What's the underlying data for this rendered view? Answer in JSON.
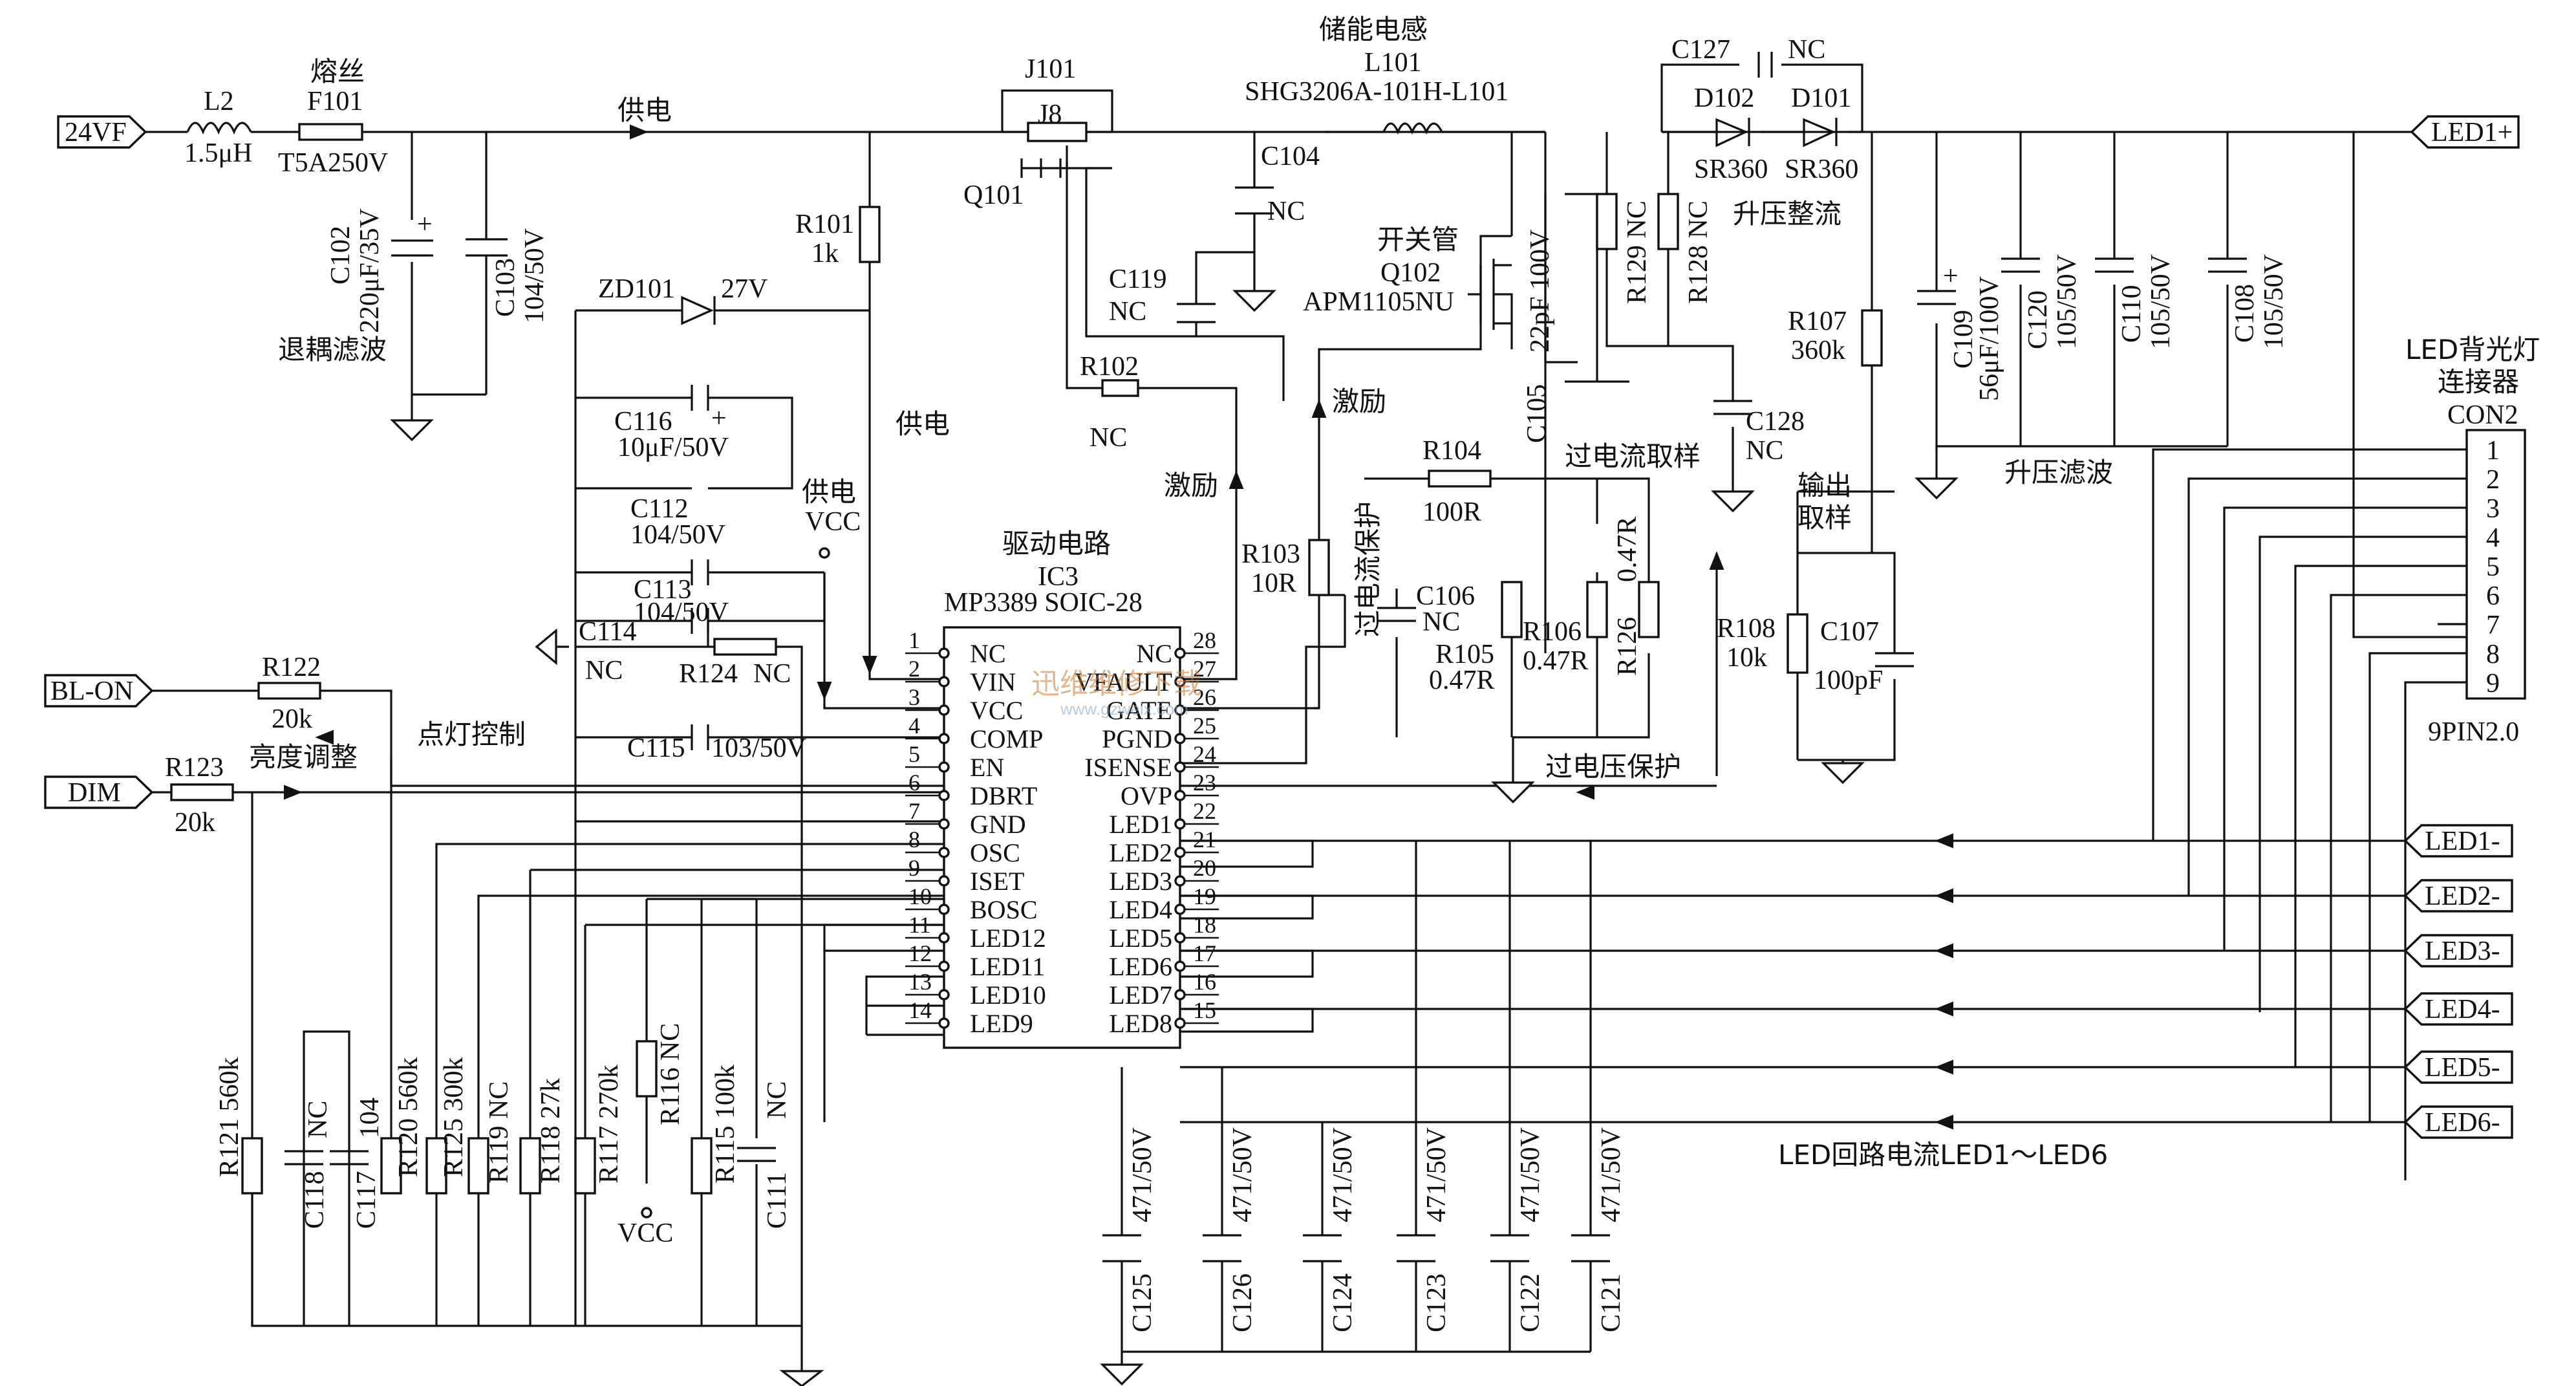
{
  "ports": {
    "in_24vf": "24VF",
    "bl_on": "BL-ON",
    "dim": "DIM",
    "led1_plus": "LED1+",
    "led1_minus": "LED1-",
    "led2_minus": "LED2-",
    "led3_minus": "LED3-",
    "led4_minus": "LED4-",
    "led5_minus": "LED5-",
    "led6_minus": "LED6-"
  },
  "parts": {
    "l2": {
      "ref": "L2",
      "value": "1.5μH"
    },
    "f101": {
      "ref": "F101",
      "value": "T5A250V",
      "note": "熔丝"
    },
    "c102": {
      "ref": "C102",
      "value": "220μF/35V"
    },
    "c103": {
      "ref": "C103",
      "value": "104/50V"
    },
    "r101": {
      "ref": "R101",
      "value": "1k"
    },
    "zd101": {
      "ref": "ZD101",
      "value": "27V"
    },
    "c116": {
      "ref": "C116",
      "value": "10μF/50V"
    },
    "c112": {
      "ref": "C112",
      "value": "104/50V"
    },
    "c113": {
      "ref": "C113",
      "value": "104/50V"
    },
    "c114": {
      "ref": "C114",
      "value": "NC"
    },
    "r124": {
      "ref": "R124",
      "value": "NC"
    },
    "c115": {
      "ref": "C115",
      "value": "103/50V"
    },
    "r122": {
      "ref": "R122",
      "value": "20k"
    },
    "r123": {
      "ref": "R123",
      "value": "20k"
    },
    "j101": {
      "ref": "J101"
    },
    "j8": {
      "ref": "J8"
    },
    "q101": {
      "ref": "Q101"
    },
    "c104": {
      "ref": "C104",
      "value": "NC"
    },
    "c119": {
      "ref": "C119",
      "value": "NC"
    },
    "r102": {
      "ref": "R102",
      "value": "NC"
    },
    "l101": {
      "ref": "L101",
      "value": "SHG3206A-101H-L101",
      "note": "储能电感"
    },
    "q102": {
      "ref": "Q102",
      "value": "APM1105NU",
      "note": "开关管"
    },
    "c105": {
      "ref": "C105",
      "value": "22pF 100V"
    },
    "r103": {
      "ref": "R103",
      "value": "10R"
    },
    "r104": {
      "ref": "R104",
      "value": "100R"
    },
    "c106": {
      "ref": "C106",
      "value": "NC"
    },
    "r105": {
      "ref": "R105",
      "value": "0.47R"
    },
    "r106": {
      "ref": "R106",
      "value": "0.47R"
    },
    "r126": {
      "ref": "R126",
      "value": "0.47R"
    },
    "c127": {
      "ref": "C127",
      "value": "NC"
    },
    "d102": {
      "ref": "D102",
      "value": "SR360"
    },
    "d101": {
      "ref": "D101",
      "value": "SR360"
    },
    "r129": {
      "ref": "R129",
      "value": "NC"
    },
    "r128": {
      "ref": "R128",
      "value": "NC"
    },
    "c128": {
      "ref": "C128",
      "value": "NC"
    },
    "r107": {
      "ref": "R107",
      "value": "360k"
    },
    "r108": {
      "ref": "R108",
      "value": "10k"
    },
    "c107": {
      "ref": "C107",
      "value": "100pF"
    },
    "c109": {
      "ref": "C109",
      "value": "56μF/100V"
    },
    "c120": {
      "ref": "C120",
      "value": "105/50V"
    },
    "c110": {
      "ref": "C110",
      "value": "105/50V"
    },
    "c108": {
      "ref": "C108",
      "value": "105/50V"
    },
    "con2": {
      "ref": "CON2",
      "value": "9PIN2.0",
      "note1": "LED背光灯",
      "note2": "连接器"
    },
    "r121": {
      "ref": "R121",
      "value": "560k"
    },
    "c118": {
      "ref": "C118",
      "value": "NC"
    },
    "c117": {
      "ref": "C117",
      "value": "104"
    },
    "r120": {
      "ref": "R120",
      "value": "560k"
    },
    "r125": {
      "ref": "R125",
      "value": "300k"
    },
    "r119": {
      "ref": "R119",
      "value": "NC"
    },
    "r118": {
      "ref": "R118",
      "value": "27k"
    },
    "r117": {
      "ref": "R117",
      "value": "270k"
    },
    "r116": {
      "ref": "R116",
      "value": "NC"
    },
    "r115": {
      "ref": "R115",
      "value": "100k"
    },
    "c111": {
      "ref": "C111",
      "value": "NC"
    },
    "c125": {
      "ref": "C125",
      "value": "471/50V"
    },
    "c126": {
      "ref": "C126",
      "value": "471/50V"
    },
    "c124": {
      "ref": "C124",
      "value": "471/50V"
    },
    "c123": {
      "ref": "C123",
      "value": "471/50V"
    },
    "c122": {
      "ref": "C122",
      "value": "471/50V"
    },
    "c121": {
      "ref": "C121",
      "value": "471/50V"
    }
  },
  "ic": {
    "title": "驱动电路",
    "ref": "IC3",
    "part": "MP3389 SOIC-28",
    "left_pins": [
      {
        "num": "1",
        "name": "NC"
      },
      {
        "num": "2",
        "name": "VIN"
      },
      {
        "num": "3",
        "name": "VCC"
      },
      {
        "num": "4",
        "name": "COMP"
      },
      {
        "num": "5",
        "name": "EN"
      },
      {
        "num": "6",
        "name": "DBRT"
      },
      {
        "num": "7",
        "name": "GND"
      },
      {
        "num": "8",
        "name": "OSC"
      },
      {
        "num": "9",
        "name": "ISET"
      },
      {
        "num": "10",
        "name": "BOSC"
      },
      {
        "num": "11",
        "name": "LED12"
      },
      {
        "num": "12",
        "name": "LED11"
      },
      {
        "num": "13",
        "name": "LED10"
      },
      {
        "num": "14",
        "name": "LED9"
      }
    ],
    "right_pins": [
      {
        "num": "28",
        "name": "NC"
      },
      {
        "num": "27",
        "name": "VFAULT"
      },
      {
        "num": "26",
        "name": "GATE"
      },
      {
        "num": "25",
        "name": "PGND"
      },
      {
        "num": "24",
        "name": "ISENSE"
      },
      {
        "num": "23",
        "name": "OVP"
      },
      {
        "num": "22",
        "name": "LED1"
      },
      {
        "num": "21",
        "name": "LED2"
      },
      {
        "num": "20",
        "name": "LED3"
      },
      {
        "num": "19",
        "name": "LED4"
      },
      {
        "num": "18",
        "name": "LED5"
      },
      {
        "num": "17",
        "name": "LED6"
      },
      {
        "num": "16",
        "name": "LED7"
      },
      {
        "num": "15",
        "name": "LED8"
      }
    ]
  },
  "con_pins": [
    "1",
    "2",
    "3",
    "4",
    "5",
    "6",
    "7",
    "8",
    "9"
  ],
  "notes": {
    "supply": "供电",
    "supply2": "供电",
    "supply_vcc": "供电",
    "vcc": "VCC",
    "vcc_bottom": "VCC",
    "decouple": "退耦滤波",
    "excite1": "激励",
    "excite2": "激励",
    "overcurrent_protect": "过电流保护",
    "overcurrent_sample": "过电流取样",
    "boost_rectify": "升压整流",
    "output_sample_1": "输出",
    "output_sample_2": "取样",
    "boost_filter": "升压滤波",
    "overvoltage_protect": "过电压保护",
    "light_control": "点灯控制",
    "brightness": "亮度调整",
    "led_loop": "LED回路电流LED1～LED6"
  },
  "watermark": {
    "main": "迅维维修下载",
    "url": "www.gzweix.com"
  }
}
